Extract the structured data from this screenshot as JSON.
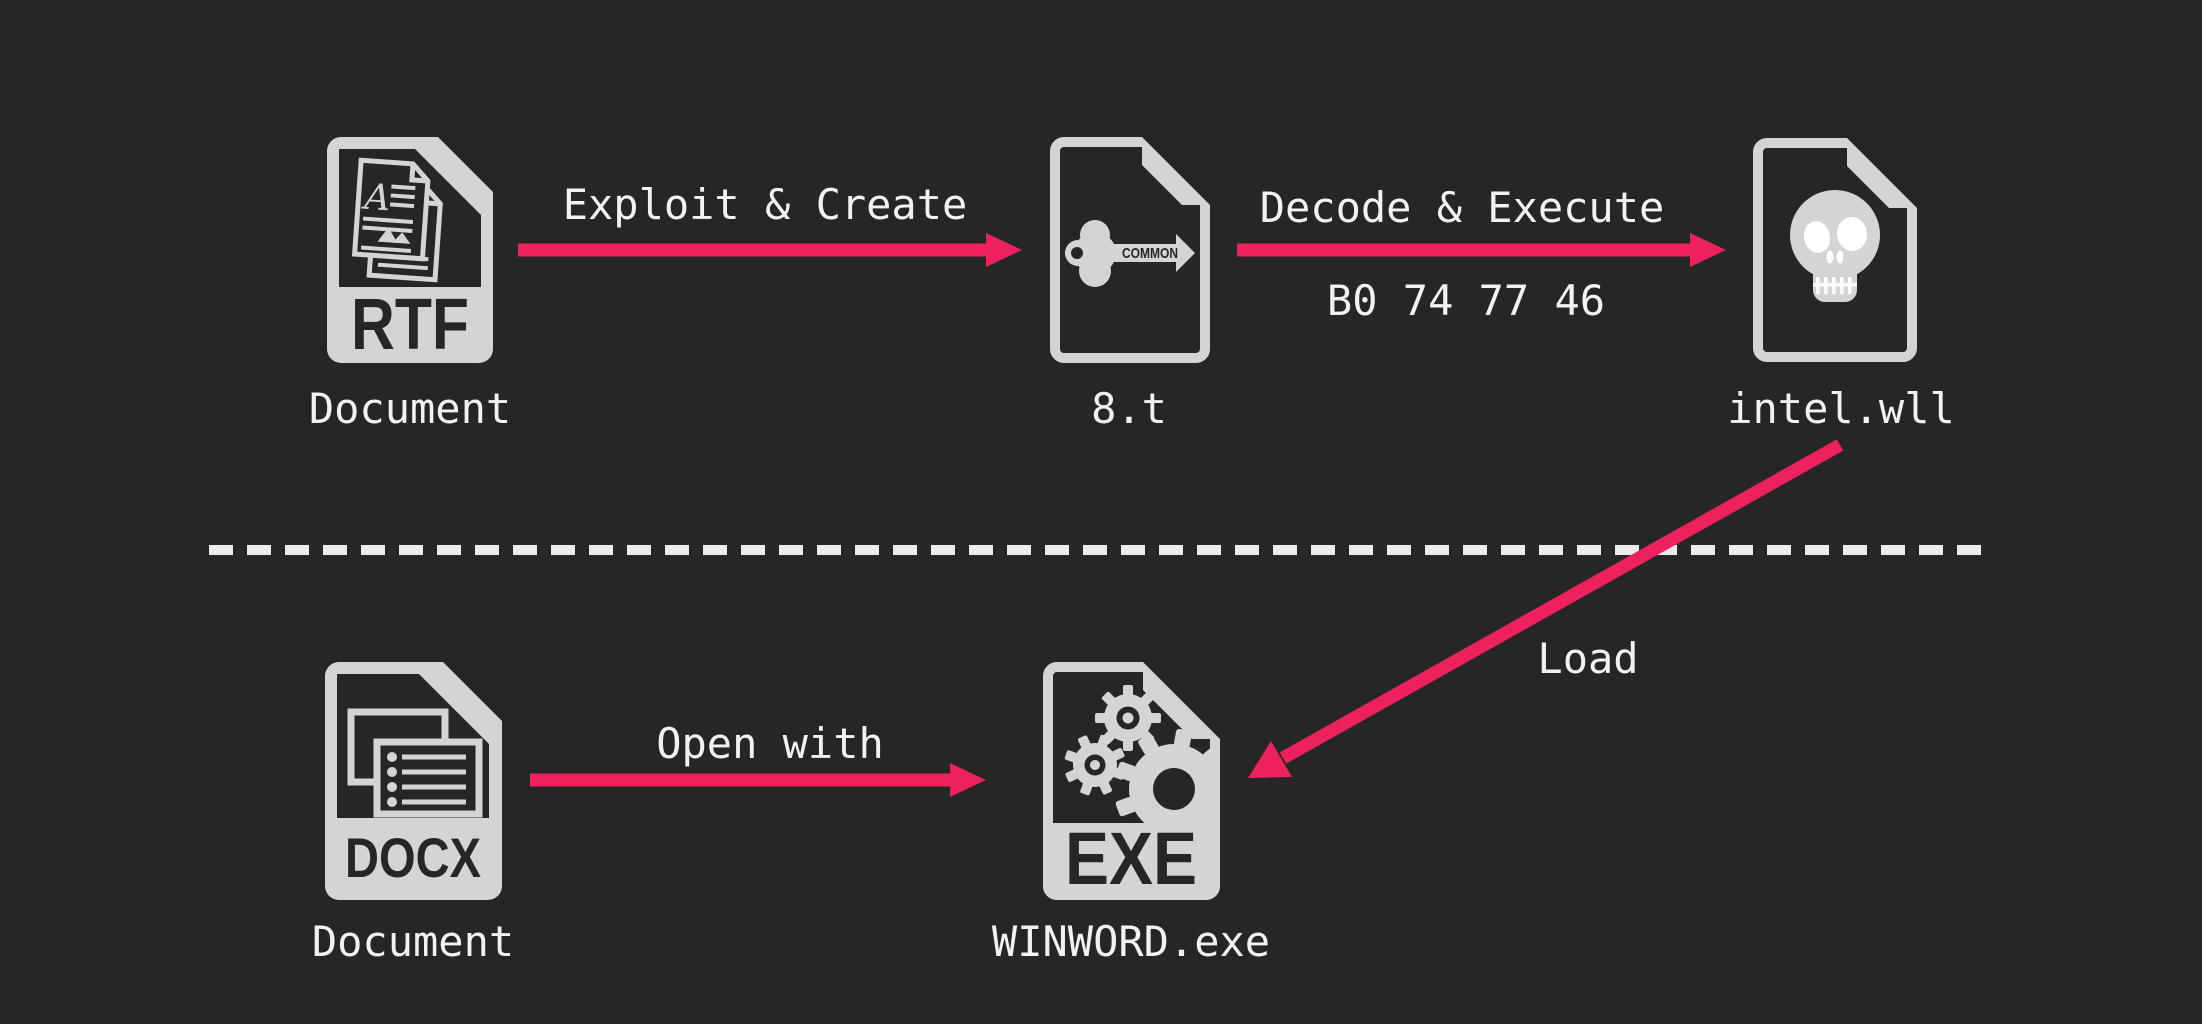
{
  "colors": {
    "background": "#262626",
    "icon_gray": "#d4d4d4",
    "accent_pink": "#ed215c",
    "text_white": "#f2f2f2",
    "dash_white": "#ebebeb",
    "glyph_dark": "#262626",
    "skull_detail_white": "#ffffff"
  },
  "top_row": {
    "rtf": {
      "icon_label": "RTF",
      "page_letter": "A",
      "caption": "Document"
    },
    "arrow1": {
      "label": "Exploit & Create"
    },
    "t8": {
      "key_label": "COMMON",
      "caption": "8.t"
    },
    "arrow2": {
      "label": "Decode & Execute",
      "sublabel": "B0 74 77 46"
    },
    "intel": {
      "caption": "intel.wll"
    }
  },
  "bottom_row": {
    "docx": {
      "icon_label": "DOCX",
      "caption": "Document"
    },
    "arrow3": {
      "label": "Open with"
    },
    "exe": {
      "icon_label": "EXE",
      "caption": "WINWORD.exe"
    },
    "load_arrow": {
      "label": "Load"
    }
  }
}
